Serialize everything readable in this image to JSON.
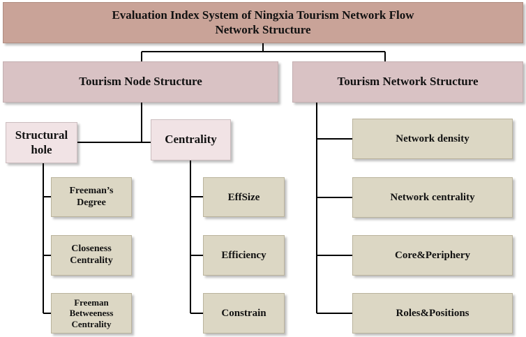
{
  "root": {
    "line1": "Evaluation Index System of Ningxia Tourism Network Flow",
    "line2": "Network Structure"
  },
  "node_structure": {
    "label": "Tourism Node Structure",
    "structural_hole": {
      "label_line1": "Structural",
      "label_line2": "hole",
      "items": [
        {
          "line1": "Freeman’s",
          "line2": "Degree"
        },
        {
          "line1": "Closeness",
          "line2": "Centrality"
        },
        {
          "line1": "Freeman",
          "line2": "Betweeness",
          "line3": "Centrality"
        }
      ]
    },
    "centrality": {
      "label": "Centrality",
      "items": [
        "EffSize",
        "Efficiency",
        "Constrain"
      ]
    }
  },
  "network_structure": {
    "label": "Tourism Network Structure",
    "items": [
      "Network density",
      "Network centrality",
      "Core&Periphery",
      "Roles&Positions"
    ]
  }
}
